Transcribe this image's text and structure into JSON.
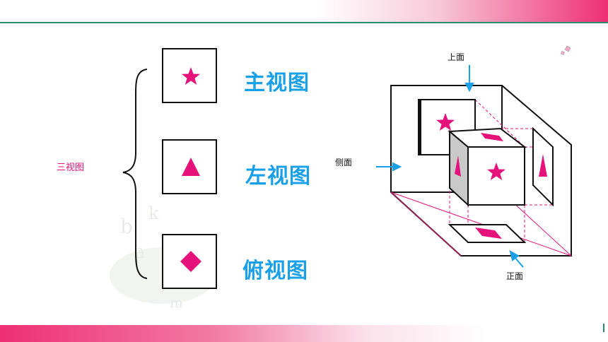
{
  "group_label": "三视图",
  "views": [
    {
      "label": "主视图",
      "shape": "star-icon"
    },
    {
      "label": "左视图",
      "shape": "triangle-icon"
    },
    {
      "label": "俯视图",
      "shape": "diamond-icon"
    }
  ],
  "diagram": {
    "top_label": "上面",
    "side_label": "侧面",
    "front_label": "正面"
  },
  "colors": {
    "accent_pink": "#e4127a",
    "label_blue": "#1aa0e6",
    "arrow_blue": "#1aa0e6",
    "line_green": "#2e8f6e"
  }
}
